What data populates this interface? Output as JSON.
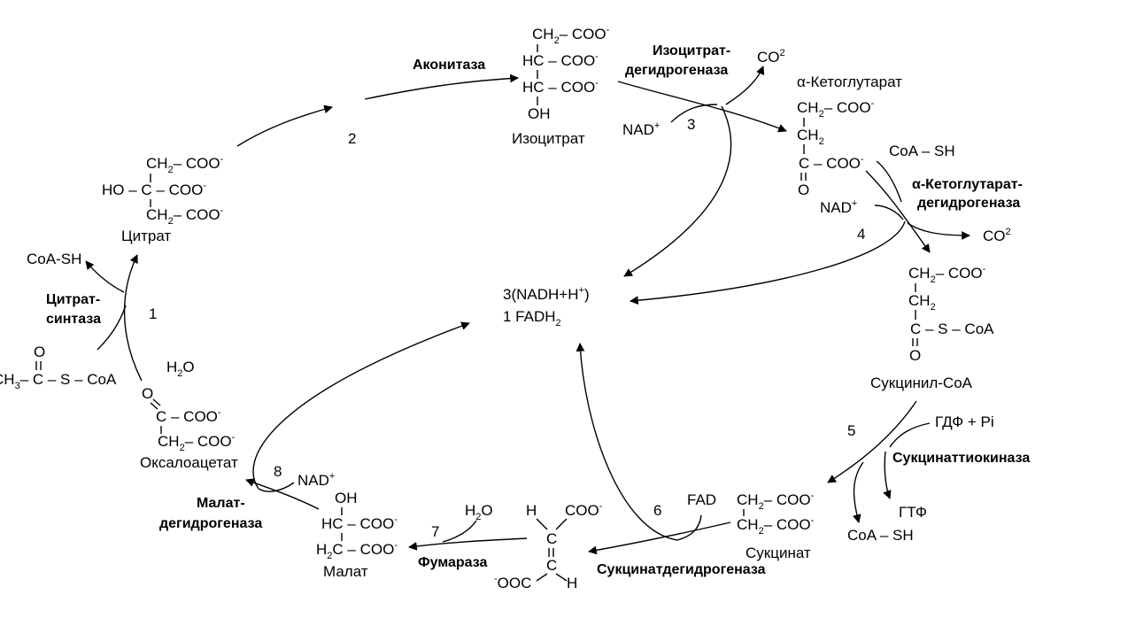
{
  "labels": {
    "citrate": {
      "row1": "CH",
      "sub1": "2",
      "row1b": "– COO",
      "row2": "HO – C – COO",
      "row3": "CH",
      "sub3": "2",
      "row3b": "– COO",
      "name": "Цитрат"
    },
    "isocitrate": {
      "row1": "CH",
      "sub1": "2",
      "row1b": "– COO",
      "row2": "HC – COO",
      "row3": "HC – COO",
      "row4": "OH",
      "name": "Изоцитрат"
    },
    "ketoglutarate": {
      "name": "α-Кетоглутарат",
      "row1": "CH",
      "sub1": "2",
      "row1b": "– COO",
      "row2": "CH",
      "sub2": "2",
      "row3": "C – COO",
      "row4": "O"
    },
    "succinyl_coa": {
      "row1": "CH",
      "sub1": "2",
      "row1b": "– COO",
      "row2": "CH",
      "sub2": "2",
      "row3": "C – S – CoA",
      "row4": "O",
      "name": "Сукцинил-CoA"
    },
    "succinate": {
      "row1": "CH",
      "sub1": "2",
      "row1b": "– COO",
      "row2": "CH",
      "sub2": "2",
      "row2b": "– COO",
      "name": "Сукцинат"
    },
    "fumarate": {
      "h1": "H",
      "coo1": "COO",
      "c": "C",
      "coo2": "OOC",
      "h2": "H"
    },
    "malate": {
      "row1": "OH",
      "row2": "HC – COO",
      "row3": "H",
      "sub3": "2",
      "row3b": "C – COO",
      "name": "Малат"
    },
    "oxaloacetate": {
      "row1": "O",
      "row2": "C – COO",
      "row3": "CH",
      "sub3": "2",
      "row3b": "– COO",
      "name": "Оксалоацетат"
    },
    "acetyl_coa": {
      "o": "O",
      "row": "CH",
      "sub": "3",
      "rowb": "– C – S – CoA"
    },
    "center": {
      "line1": "3(NADH+H",
      "sup1": "+",
      "line1b": ")",
      "line2": "1 FADH",
      "sub2": "2"
    }
  },
  "enzymes": {
    "citrate_synthase_1": "Цитрат-",
    "citrate_synthase_2": "синтаза",
    "aconitase": "Аконитаза",
    "isocitrate_dh_1": "Изоцитрат-",
    "isocitrate_dh_2": "дегидрогеназа",
    "ketoglutarate_dh_1": "α-Кетоглутарат-",
    "ketoglutarate_dh_2": "дегидрогеназа",
    "succinyl_thiokinase": "Сукцинаттиокиназа",
    "succinate_dh": "Сукцинатдегидрогеназа",
    "fumarase": "Фумараза",
    "malate_dh_1": "Малат-",
    "malate_dh_2": "дегидрогеназа"
  },
  "cofactors": {
    "coa_sh_1": "CoA-SH",
    "h2o_1": "H",
    "h2o_1_sub": "2",
    "h2o_1_end": "O",
    "co2_1": "CO",
    "co2_1_sup": "2",
    "nad_1": "NAD",
    "coa_sh_2": "CoA – SH",
    "nad_2": "NAD",
    "co2_2": "CO",
    "co2_2_sup": "2",
    "gdp_pi": "ГДФ + Pi",
    "gtp": "ГТФ",
    "coa_sh_3": "CoA – SH",
    "fad": "FAD",
    "h2o_2": "H",
    "h2o_2_sub": "2",
    "h2o_2_end": "O",
    "nad_3": "NAD",
    "plus": "+",
    "minus": "-"
  },
  "steps": [
    "1",
    "2",
    "3",
    "4",
    "5",
    "6",
    "7",
    "8"
  ]
}
